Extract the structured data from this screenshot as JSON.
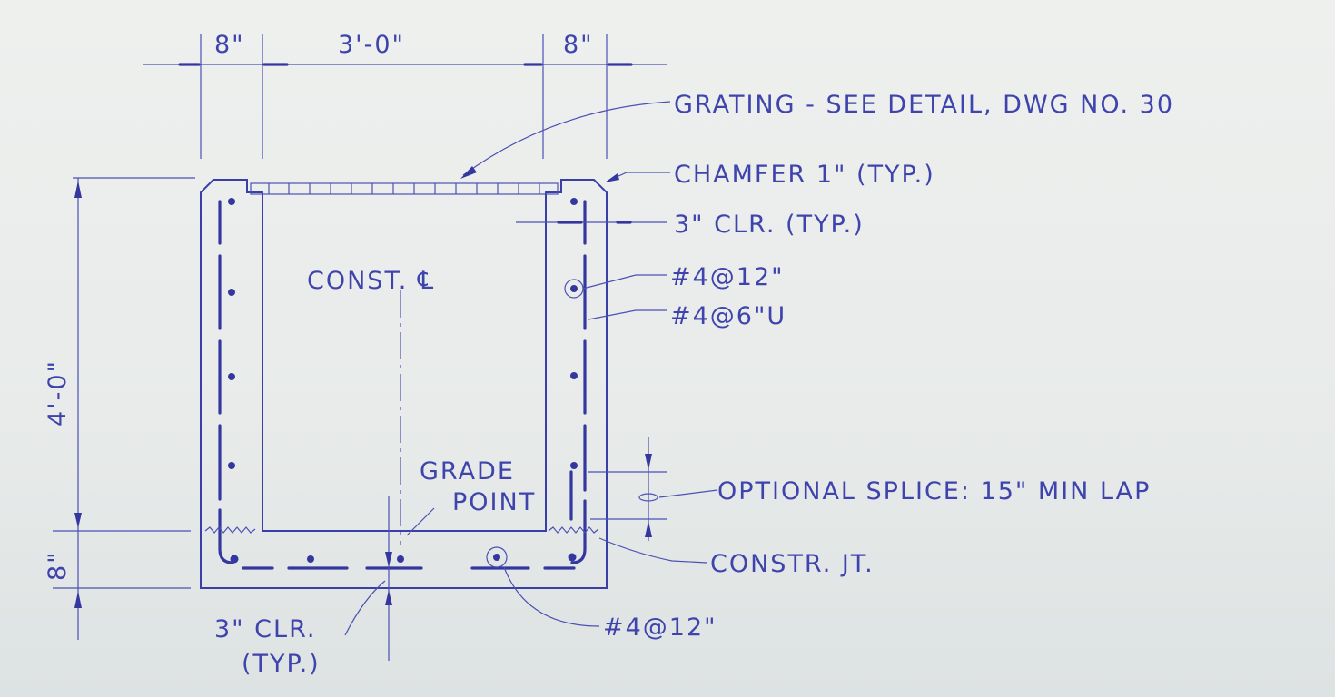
{
  "dimensions": {
    "left_wall": "8\"",
    "clear_span": "3'-0\"",
    "right_wall": "8\"",
    "height": "4'-0\"",
    "base": "8\""
  },
  "labels": {
    "grating": "GRATING - SEE DETAIL, DWG NO. 30",
    "chamfer": "CHAMFER 1\" (TYP.)",
    "side_clear": "3\" CLR. (TYP.)",
    "wall_bar": "#4@12\"",
    "u_bar": "#4@6\"U",
    "centerline": "CONST. ℄",
    "grade_point_1": "GRADE",
    "grade_point_2": "POINT",
    "splice": "OPTIONAL SPLICE: 15\" MIN LAP",
    "const_joint": "CONSTR. JT.",
    "base_bar": "#4@12\"",
    "bottom_clear_1": "3\" CLR.",
    "bottom_clear_2": "(TYP.)"
  },
  "colors": {
    "ink": "#3a3fa8",
    "paper": "#eef0ee"
  }
}
